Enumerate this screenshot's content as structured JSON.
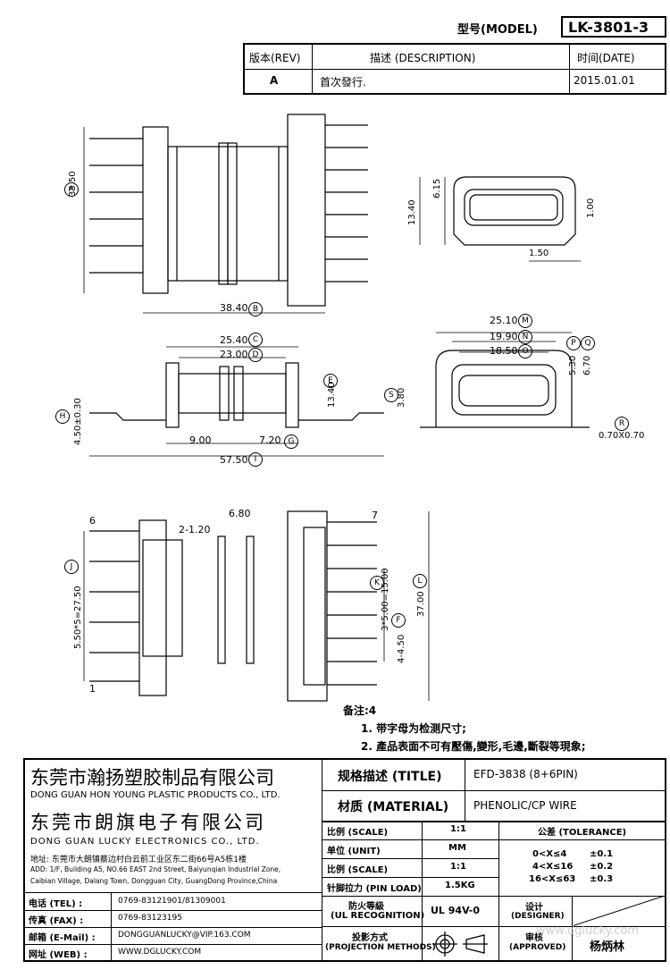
{
  "model": {
    "label": "型号(MODEL)",
    "value": "LK-3801-3"
  },
  "revision": {
    "headers": {
      "rev": "版本(REV)",
      "desc": "描述 (DESCRIPTION)",
      "date": "时间(DATE)"
    },
    "row": {
      "rev": "A",
      "desc": "首次發行.",
      "date": "2015.01.01"
    }
  },
  "dims": {
    "a": "33.50",
    "b": "38.40",
    "c": "25.40",
    "d": "23.00",
    "e": "13.40",
    "f": "9.00",
    "g": "7.20",
    "h": "4.50±0.30",
    "i": "57.50",
    "j": "5.50*5=27.50",
    "k": "3*5.00=15.00",
    "l": "37.00",
    "e2": "4-4.50",
    "m": "25.10",
    "n": "19.90",
    "o": "18.50",
    "p": "5.30",
    "q": "6.70",
    "r": "0.70X0.70",
    "s": "3.80",
    "top_a": "6.15",
    "top_b": "13.40",
    "top_c": "1.00",
    "top_d": "1.50",
    "pin_w": "2-1.20",
    "pin_gap": "6.80",
    "pin6": "6",
    "pin1": "1",
    "pin7": "7"
  },
  "markers": [
    "A",
    "B",
    "C",
    "D",
    "E",
    "F",
    "G",
    "H",
    "I",
    "J",
    "K",
    "L",
    "M",
    "N",
    "O",
    "P",
    "Q",
    "R",
    "S"
  ],
  "notes": {
    "title": "备注:4",
    "items": [
      "1. 带字母为检测尺寸;",
      "2. 產品表面不可有壓傷,變形,毛邊,斷裂等現象;"
    ]
  },
  "company": {
    "cn1": "东莞市瀚扬塑胶制品有限公司",
    "en1": "DONG GUAN HON YOUNG PLASTIC PRODUCTS CO., LTD.",
    "cn2": "东莞市朗旗电子有限公司",
    "en2": "DONG GUAN LUCKY ELECTRONICS CO., LTD.",
    "addr_cn": "地址: 东莞市大朗镇蔡边村白云前工业区东二街66号A5栋1楼",
    "addr_en1": "ADD: 1/F, Building A5, NO.66 EAST 2nd Street, Baiyunqian Industrial Zone,",
    "addr_en2": "Caibian Village, Dalang Town, Dongguan City, GuangDong Province,China"
  },
  "contact": [
    {
      "label": "电话 (TEL) :",
      "value": "0769-83121901/81309001"
    },
    {
      "label": "传真 (FAX) :",
      "value": "0769-83123195"
    },
    {
      "label": "邮箱 (E-Mail) :",
      "value": "DONGGUANLUCKY@VIP.163.COM"
    },
    {
      "label": "网址 (WEB) :",
      "value": "WWW.DGLUCKY.COM"
    }
  ],
  "spec": {
    "title_label": "规格描述 (TITLE)",
    "title_value": "EFD-3838 (8+6PIN)",
    "material_label": "材质 (MATERIAL)",
    "material_value": "PHENOLIC/CP WIRE",
    "rows": [
      {
        "label": "比例 (SCALE)",
        "value": "1:1"
      },
      {
        "label": "单位 (UNIT)",
        "value": "MM"
      },
      {
        "label": "比例 (SCALE)",
        "value": "1:1"
      },
      {
        "label": "针脚拉力 (PIN LOAD)",
        "value": "1.5KG"
      }
    ],
    "fire_label1": "防火等級",
    "fire_label2": "(UL RECOGNITION)",
    "fire_value": "UL 94V-0",
    "proj_label1": "投影方式",
    "proj_label2": "(PROJECTION METHODS)",
    "tol_label": "公差 (TOLERANCE)",
    "tol_rows": [
      {
        "range": "0<X≤4",
        "value": "±0.1"
      },
      {
        "range": "4<X≤16",
        "value": "±0.2"
      },
      {
        "range": "16<X≤63",
        "value": "±0.3"
      }
    ],
    "designer_label1": "设计",
    "designer_label2": "(DESIGNER)",
    "approved_label1": "审核",
    "approved_label2": "(APPROVED)",
    "approver": "杨炳林",
    "watermark": "www.dglucky.com"
  }
}
